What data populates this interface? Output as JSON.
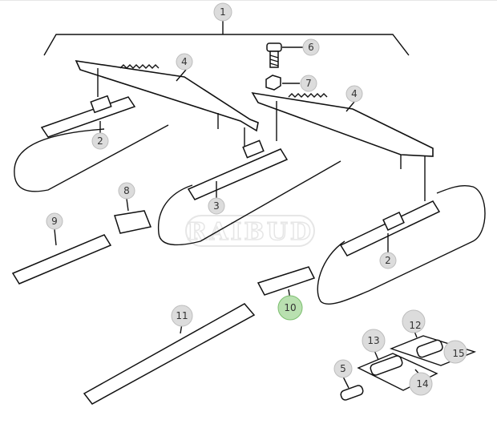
{
  "diagram": {
    "watermark": "RAIBUD",
    "highlight_color": "#b9e0b0",
    "callouts": {
      "c1": "1",
      "c2a": "2",
      "c2b": "2",
      "c3": "3",
      "c4a": "4",
      "c4b": "4",
      "c5": "5",
      "c6": "6",
      "c7": "7",
      "c8": "8",
      "c9": "9",
      "c10": "10",
      "c11": "11",
      "c12": "12",
      "c13": "13",
      "c14": "14",
      "c15": "15"
    },
    "highlighted_part": "10"
  }
}
